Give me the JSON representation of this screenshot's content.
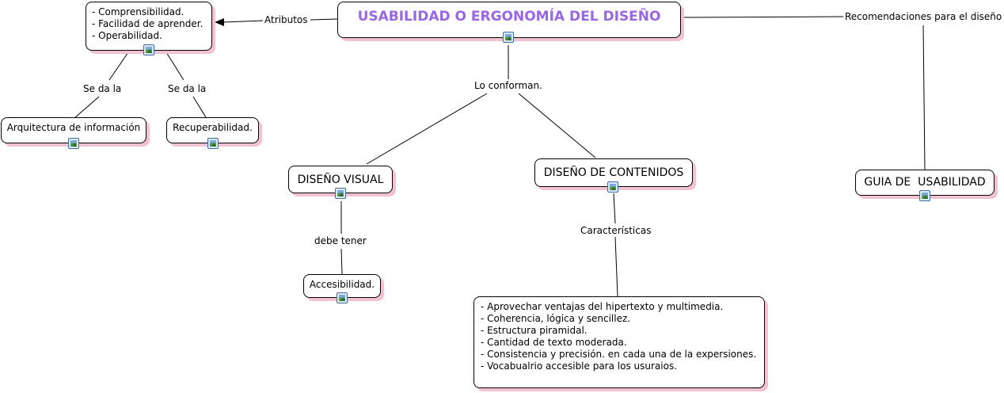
{
  "nodes": {
    "main": "USABILIDAD O ERGONOMÍA DEL DISEÑO",
    "attributes": "- Comprensibilidad.\n- Facilidad de aprender.\n- Operabilidad.",
    "architecture": "Arquitectura de información",
    "recoverability": "Recuperabilidad.",
    "visual_design": "DISEÑO VISUAL",
    "content_design": "DISEÑO DE CONTENIDOS",
    "guide": "GUIA DE  USABILIDAD",
    "accessibility": "Accesibilidad.",
    "characteristics": "- Aprovechar ventajas del hipertexto y multimedia.\n- Coherencia, lógica y sencillez.\n- Estructura piramidal.\n- Cantidad de texto moderada.\n- Consistencia y precisión. en cada una de la expersiones.\n- Vocabualrio accesible para los usuraios."
  },
  "links": {
    "atributos": "Atributos",
    "recomendaciones": "Recomendaciones para el diseño",
    "conforman": "Lo conforman.",
    "se_da_la_1": "Se da la",
    "se_da_la_2": "Se da la",
    "debe_tener": "debe tener",
    "caracteristicas": "Características"
  },
  "icon": "image-icon"
}
